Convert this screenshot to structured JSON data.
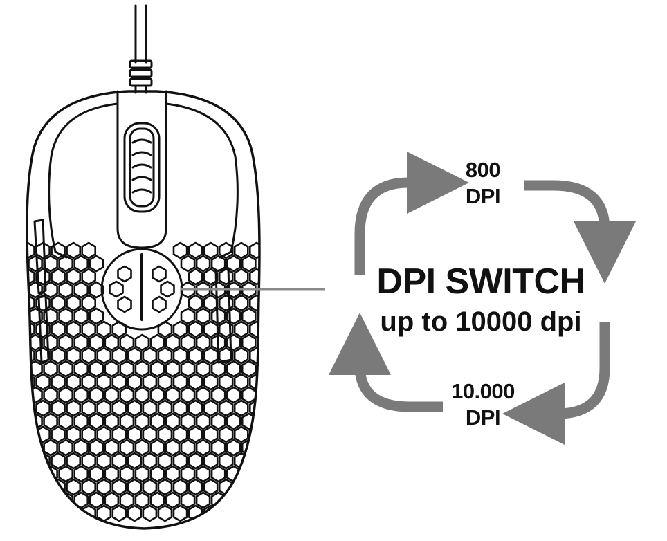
{
  "diagram": {
    "title": "DPI SWITCH",
    "subtitle": "up to 10000 dpi",
    "steps": [
      {
        "value": "800",
        "unit": "DPI"
      },
      {
        "value": "10.000",
        "unit": "DPI"
      }
    ]
  },
  "colors": {
    "arrow": "#7a7a7a",
    "line": "#111111",
    "leader": "#8a8a8a",
    "background": "#ffffff"
  },
  "icons": {
    "mouse": "gaming-mouse-honeycomb-icon",
    "cycle": "circular-arrows-icon"
  }
}
